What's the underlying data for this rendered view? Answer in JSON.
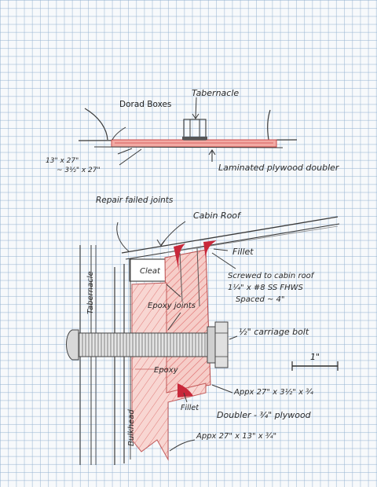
{
  "upper_view": {
    "tabernacle": "Tabernacle",
    "dorad_boxes": "Dorad Boxes",
    "dim_1": "13\" x 27\"",
    "dim_2": "~ 3½\" x 27\"",
    "doubler": "Laminated plywood doubler"
  },
  "section_view": {
    "repair": "Repair failed joints",
    "cabin_roof": "Cabin Roof",
    "cleat": "Cleat",
    "fillet_top": "Fillet",
    "screwed_line1": "Screwed to cabin roof",
    "screwed_line2": "1¼\" x #8 SS FHWS",
    "screwed_line3": "Spaced ~ 4\"",
    "tabernacle_vertical": "Tabernacle",
    "epoxy_joints": "Epoxy joints",
    "carriage_bolt": "½\" carriage bolt",
    "scale": "1\"",
    "epoxy": "Epoxy",
    "fillet_bottom": "Fillet",
    "appx_1": "Appx 27\" x 3½\" x ¾",
    "doubler_note": "Doubler - ¾\" plywood",
    "bulkhead": "Bulkhead",
    "appx_2": "Appx 27\" x 13\" x ¾\""
  },
  "colors": {
    "ink": "#2a2a2a",
    "red_hatch": "#e07070",
    "red_fill": "#f4c4c0",
    "fillet_red": "#c8283a",
    "bolt_grey": "#8a8a8a",
    "grid": "#96b4d2"
  }
}
